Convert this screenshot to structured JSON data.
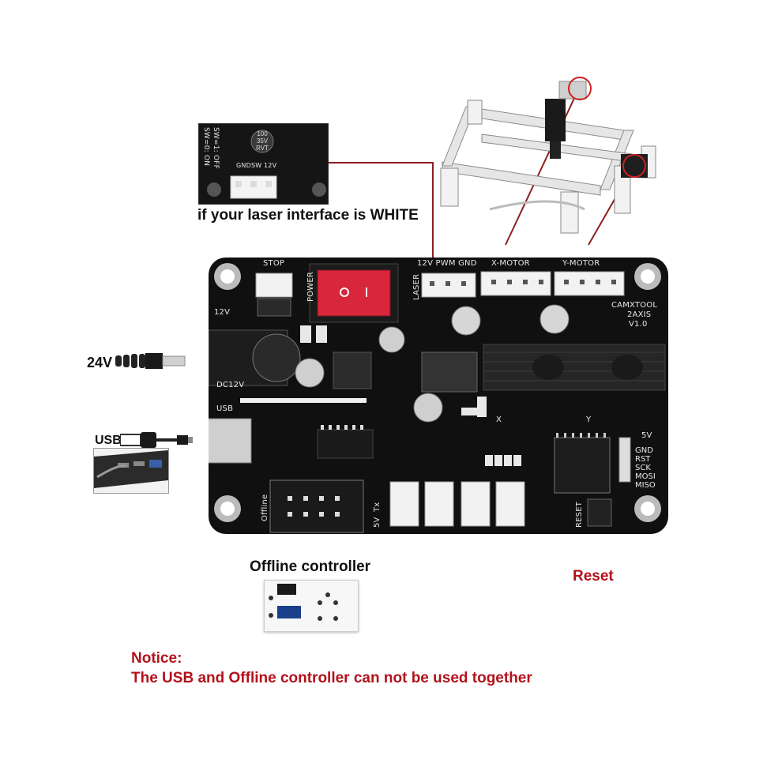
{
  "inset_label": "if your laser interface is WHITE",
  "inset_silk": {
    "sw_line1": "SW=0: ON",
    "sw_line2": "SW=1: OFF",
    "cap": [
      "100",
      "35V",
      "RVT"
    ],
    "pins": [
      "GND",
      "SW",
      "12V"
    ]
  },
  "side_labels": {
    "power_24v": "24V",
    "usb": "USB"
  },
  "board": {
    "stop": "STOP",
    "power": "POWER",
    "laser_header": "12V PWM GND",
    "laser": "LASER",
    "x_motor": "X-MOTOR",
    "y_motor": "Y-MOTOR",
    "brand": "CAMXTOOL",
    "model": "2AXIS",
    "version": "V1.0",
    "v12": "12V",
    "dc12v": "DC12V",
    "usb": "USB",
    "offline": "Offline",
    "tx": "Tx",
    "v5_left": "5V",
    "reset": "RESET",
    "v5_isp": "5V",
    "isp_pins": [
      "GND",
      "RST",
      "SCK",
      "MOSI",
      "MISO"
    ],
    "x": "X",
    "y": "Y"
  },
  "offline_controller_label": "Offline controller",
  "reset_label": "Reset",
  "notice": {
    "title": "Notice:",
    "text": "The USB and Offline controller can not be used together"
  },
  "colors": {
    "board": "#101010",
    "switch": "#d8263a",
    "notice_red": "#b3121c",
    "leader_red": "#8a1f1f"
  }
}
